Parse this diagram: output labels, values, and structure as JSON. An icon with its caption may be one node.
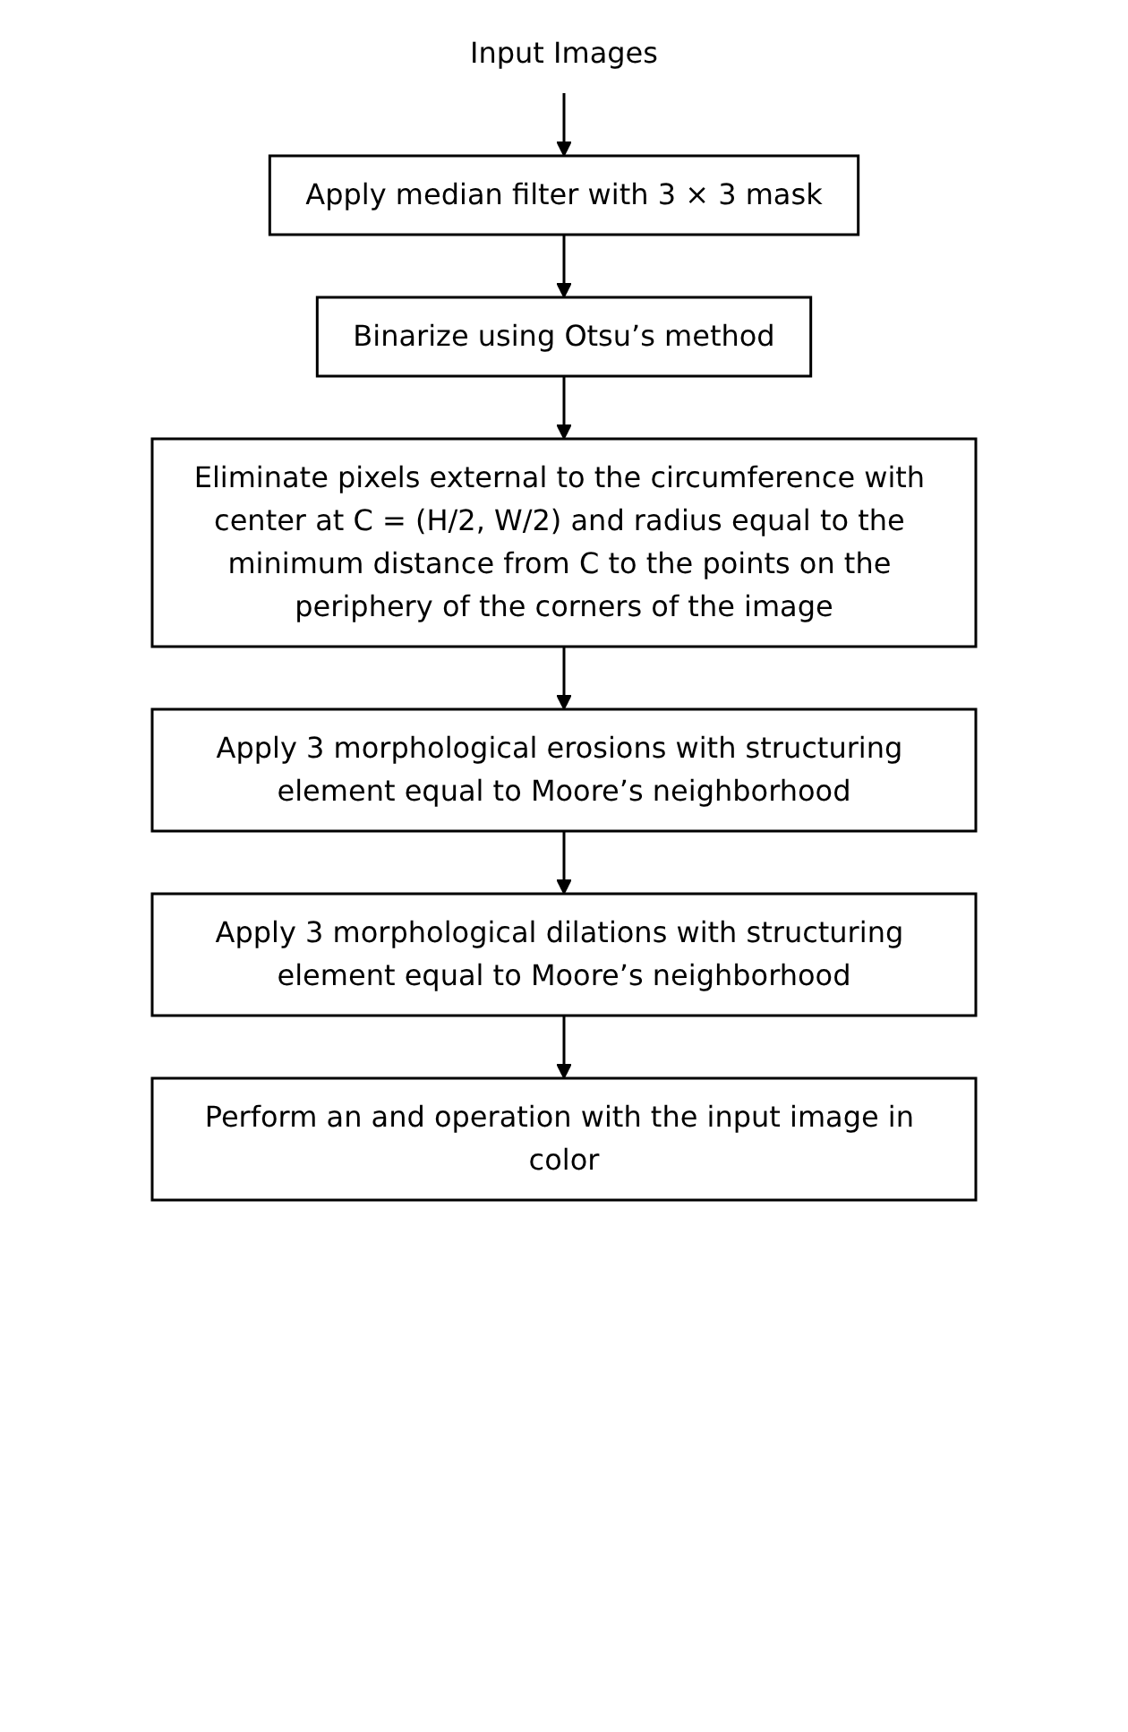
{
  "diagram": {
    "nodes": [
      {
        "text": [
          "Input Images"
        ]
      },
      {
        "text": [
          "Apply median filter with 3 × 3 mask"
        ]
      },
      {
        "text": [
          "Binarize using Otsu’s method"
        ]
      },
      {
        "text": [
          "Eliminate pixels external to the circumference with center at C = (H/2, W/2) and radius equal to the minimum distance from C to the points on the periphery of the corners of the image"
        ]
      },
      {
        "text": [
          "Apply 3 morphological erosions with structuring element equal to Moore’s neighborhood"
        ]
      },
      {
        "text": [
          "Apply 3 morphological dilations with structuring element equal to Moore’s neighborhood"
        ]
      },
      {
        "text": [
          "Perform an and operation with the input image in color"
        ]
      }
    ],
    "edges": [
      {
        "from": 0,
        "to": 1,
        "arrow": "to"
      },
      {
        "from": 1,
        "to": 2,
        "arrow": "to"
      },
      {
        "from": 2,
        "to": 3,
        "arrow": "to"
      },
      {
        "from": 3,
        "to": 4,
        "arrow": "to"
      },
      {
        "from": 4,
        "to": 5,
        "arrow": "to"
      },
      {
        "from": 5,
        "to": 6,
        "arrow": "to"
      }
    ]
  }
}
